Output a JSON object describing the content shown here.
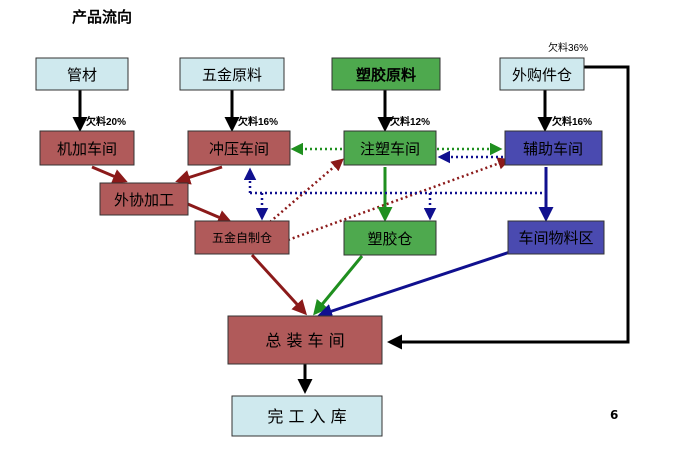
{
  "title": "产品流向",
  "page_number": "6",
  "colors": {
    "light_box": "#cfe9ee",
    "red_box": "#b05a5a",
    "green_box": "#4ea94e",
    "blue_box": "#4a4ab0",
    "arrow_black": "#000000",
    "arrow_red": "#8b1a1a",
    "arrow_green": "#1f8f1f",
    "arrow_blue": "#10108f"
  },
  "nodes": {
    "guancai": "管材",
    "wujin_yuanliao": "五金原料",
    "sujiao_yuanliao": "塑胶原料",
    "waigou_jiancang": "外购件仓",
    "jijia_chejian": "机加车间",
    "chongya_chejian": "冲压车间",
    "zhusu_chejian": "注塑车间",
    "fuzhu_chejian": "辅助车间",
    "waixie_jiagong": "外协加工",
    "wujin_zizhicang": "五金自制仓",
    "sujiao_cang": "塑胶仓",
    "chejian_wuliaoqu": "车间物料区",
    "zongzhuang_chejian": "总 装 车 间",
    "wangong_ruku": "完 工 入 库"
  },
  "shortage_labels": {
    "guancai": "欠料20%",
    "wujin_yuanliao": "欠料16%",
    "sujiao_yuanliao": "欠料12%",
    "waigou_fuzhu": "欠料16%",
    "waigou_top": "欠料36%"
  }
}
